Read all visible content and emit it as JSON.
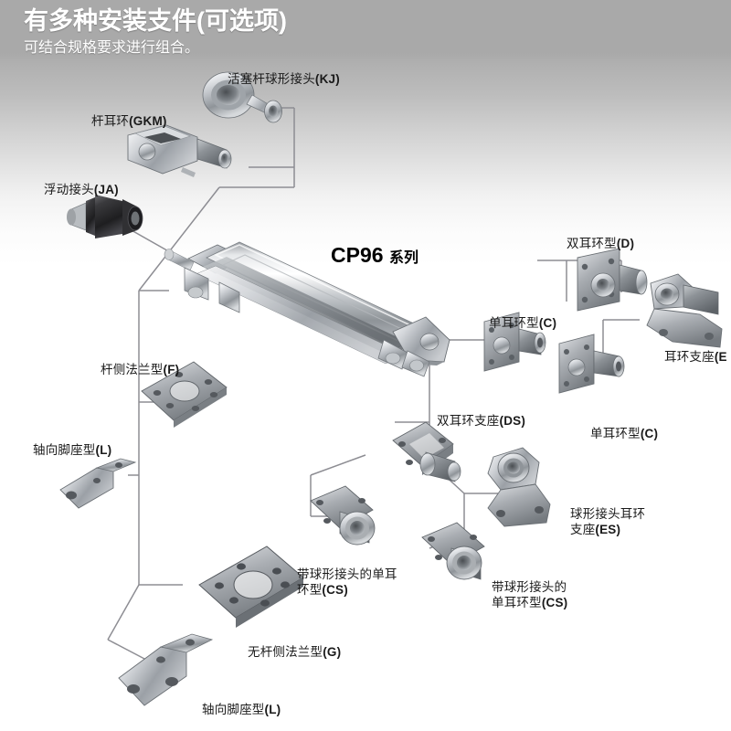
{
  "header": {
    "title": "有多种安装支件(可选项)",
    "subtitle": "可结合规格要求进行组合。"
  },
  "series": {
    "model": "CP96",
    "suffix": "系列"
  },
  "colors": {
    "header_band": "#a9a9a9",
    "page_bg": "#ffffff",
    "label_text": "#1a1a1a",
    "header_text": "#ffffff",
    "connector_line": "#8d8d93",
    "metal_light": "#f2f2f2",
    "metal_mid": "#b9bcc0",
    "metal_dark": "#6f7378",
    "dark_part": "#2a2a2c"
  },
  "parts": [
    {
      "id": "kj",
      "label": "活塞杆球形接头(KJ)",
      "code": "KJ",
      "name_cn": "活塞杆球形接头"
    },
    {
      "id": "gkm",
      "label": "杆耳环(GKM)",
      "code": "GKM",
      "name_cn": "杆耳环"
    },
    {
      "id": "ja",
      "label": "浮动接头(JA)",
      "code": "JA",
      "name_cn": "浮动接头"
    },
    {
      "id": "d",
      "label": "双耳环型(D)",
      "code": "D",
      "name_cn": "双耳环型"
    },
    {
      "id": "eb",
      "label": "耳环支座(E",
      "code": "E",
      "name_cn": "耳环支座",
      "truncated": true
    },
    {
      "id": "c1",
      "label": "单耳环型(C)",
      "code": "C",
      "name_cn": "单耳环型"
    },
    {
      "id": "c2",
      "label": "单耳环型(C)",
      "code": "C",
      "name_cn": "单耳环型"
    },
    {
      "id": "f",
      "label": "杆侧法兰型(F)",
      "code": "F",
      "name_cn": "杆侧法兰型"
    },
    {
      "id": "l1",
      "label": "轴向脚座型(L)",
      "code": "L",
      "name_cn": "轴向脚座型"
    },
    {
      "id": "ds",
      "label": "双耳环支座(DS)",
      "code": "DS",
      "name_cn": "双耳环支座"
    },
    {
      "id": "es",
      "label_line1": "球形接头耳环",
      "label_line2": "支座(ES)",
      "code": "ES",
      "name_cn": "球形接头耳环支座"
    },
    {
      "id": "cs1",
      "label_line1": "带球形接头的单耳",
      "label_line2": "环型(CS)",
      "code": "CS",
      "name_cn": "带球形接头的单耳环型"
    },
    {
      "id": "cs2",
      "label_line1": "带球形接头的",
      "label_line2": "单耳环型(CS)",
      "code": "CS",
      "name_cn": "带球形接头的单耳环型"
    },
    {
      "id": "g",
      "label": "无杆侧法兰型(G)",
      "code": "G",
      "name_cn": "无杆侧法兰型"
    },
    {
      "id": "l2",
      "label": "轴向脚座型(L)",
      "code": "L",
      "name_cn": "轴向脚座型"
    }
  ]
}
